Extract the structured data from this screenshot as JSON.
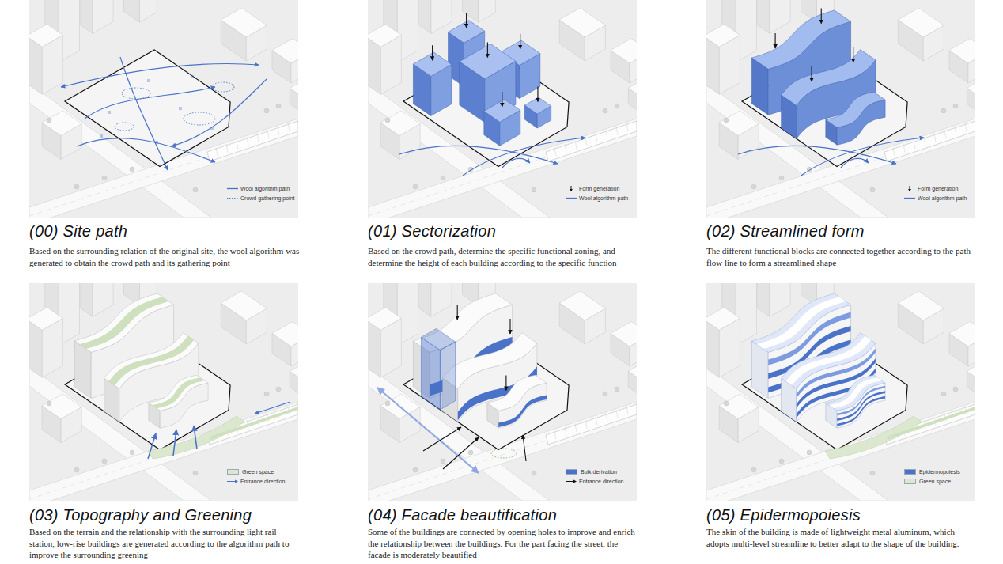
{
  "diagram": {
    "labels": [
      "(00) Site path",
      "Based on the surrounding relation of the original site, the wool algorithm was generated to obtain the crowd path and its gathering point",
      "(01) Sectorization",
      "Based on the crowd path, determine the specific functional zoning, and determine the height of each building according to the specific function",
      "(02) Streamlined form",
      "The different functional blocks are connected together according to the path flow line to form a streamlined shape",
      "(03) Topography and Greening",
      "Based on the terrain and the relationship with the surrounding light rail station, low-rise buildings are generated according to the algorithm path to improve the surrounding greening",
      "(04) Facade beautification",
      "Some of the buildings are connected by opening holes to improve and enrich the relationship between the buildings. For the part facing the street, the facade is moderately beautified",
      "(05) Epidermopoiesis",
      "The skin of the building is made of lightweight metal aluminum, which adopts multi-level streamline to better adapt to the shape of the building."
    ],
    "legend": [
      {
        "text": "Wool algorithm path"
      },
      {
        "text": "Crowd gathering point"
      },
      {
        "text": "Form generation"
      },
      {
        "text": "Wool algorithm path"
      },
      {
        "text": "Form generation"
      },
      {
        "text": "Wool algorithm path"
      },
      {
        "text": "Green space",
        "color": "#dbe8cf"
      },
      {
        "text": "Entrance direction"
      },
      {
        "text": "Bulk derivation",
        "color": "#4a72c8"
      },
      {
        "text": "Entrance direction"
      },
      {
        "text": "Epidermopoiesis",
        "color": "#4a72c8"
      },
      {
        "text": "Green space",
        "color": "#dbe8cf"
      }
    ]
  }
}
